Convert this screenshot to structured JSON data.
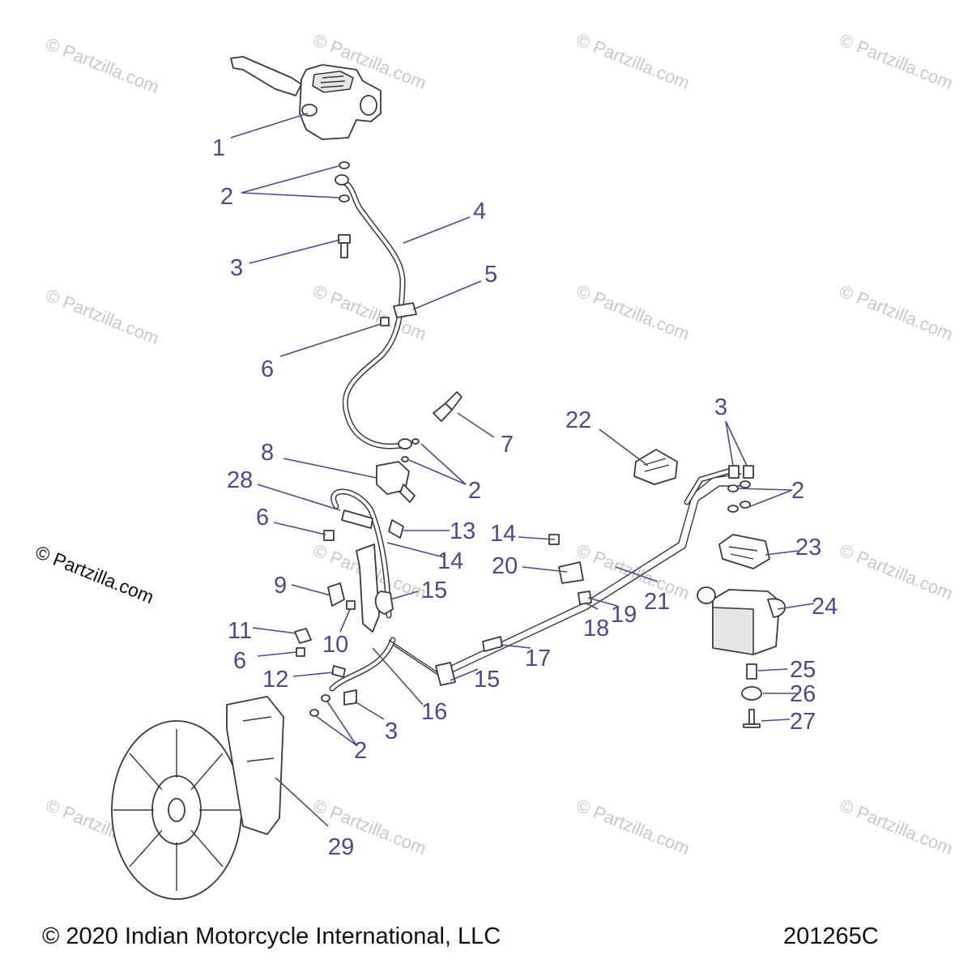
{
  "copyright": "© 2020 Indian Motorcycle International, LLC",
  "drawing_number": "201265C",
  "watermark_text": "© Partzilla.com",
  "callout_labels": [
    "1",
    "2",
    "3",
    "4",
    "5",
    "6",
    "7",
    "8",
    "9",
    "10",
    "11",
    "12",
    "13",
    "14",
    "15",
    "16",
    "17",
    "18",
    "19",
    "20",
    "21",
    "22",
    "23",
    "24",
    "25",
    "26",
    "27",
    "28",
    "29"
  ],
  "colors": {
    "callout": "#4a4a8c",
    "line_art": "#3a3a3a",
    "watermark": "#c8c8c8"
  }
}
